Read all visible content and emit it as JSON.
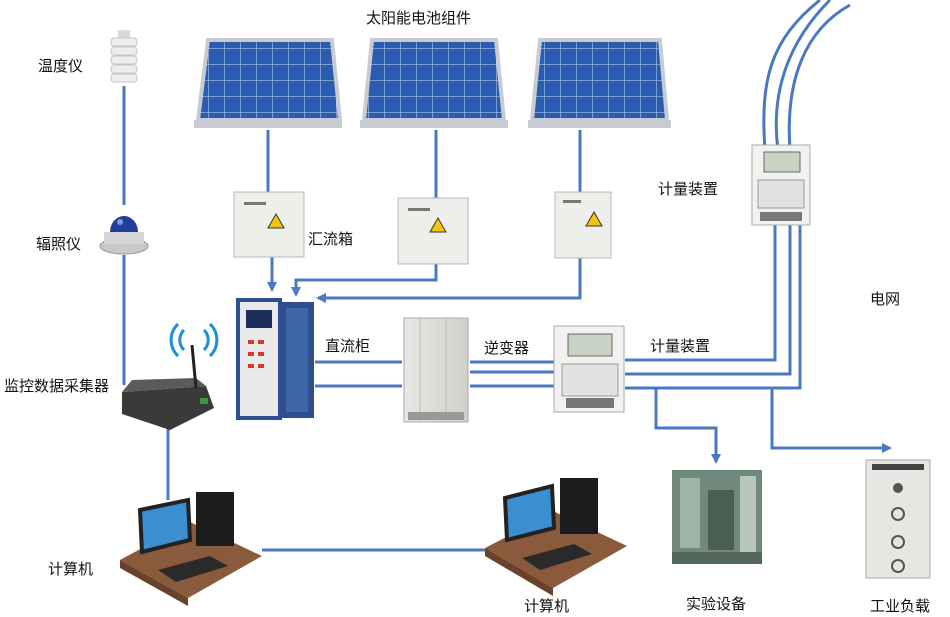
{
  "labels": {
    "solar_modules": "太阳能电池组件",
    "thermometer": "温度仪",
    "pyranometer": "辐照仪",
    "combiner_box": "汇流箱",
    "dc_cabinet": "直流柜",
    "inverter": "逆变器",
    "meter_grid": "计量装置",
    "meter_main": "计量装置",
    "grid": "电网",
    "data_collector": "监控数据采集器",
    "computer_left": "计算机",
    "computer_right": "计算机",
    "lab_equipment": "实验设备",
    "industrial_load": "工业负载"
  },
  "colors": {
    "line": "#4a78c2",
    "panel_frame": "#c8ccd2",
    "panel_cell": "#2b5cb0",
    "box_fill": "#eeeeea",
    "cabinet_blue": "#2d4f8f",
    "desk": "#8a5a3c",
    "monitor_screen": "#3b8fd0"
  },
  "icons": [
    "solar-panel-icon",
    "combiner-box-icon",
    "warning-triangle-icon",
    "dc-cabinet-icon",
    "inverter-icon",
    "energy-meter-icon",
    "thermometer-icon",
    "pyranometer-icon",
    "router-icon",
    "wifi-icon",
    "computer-icon",
    "lab-equipment-icon",
    "load-bank-icon"
  ]
}
